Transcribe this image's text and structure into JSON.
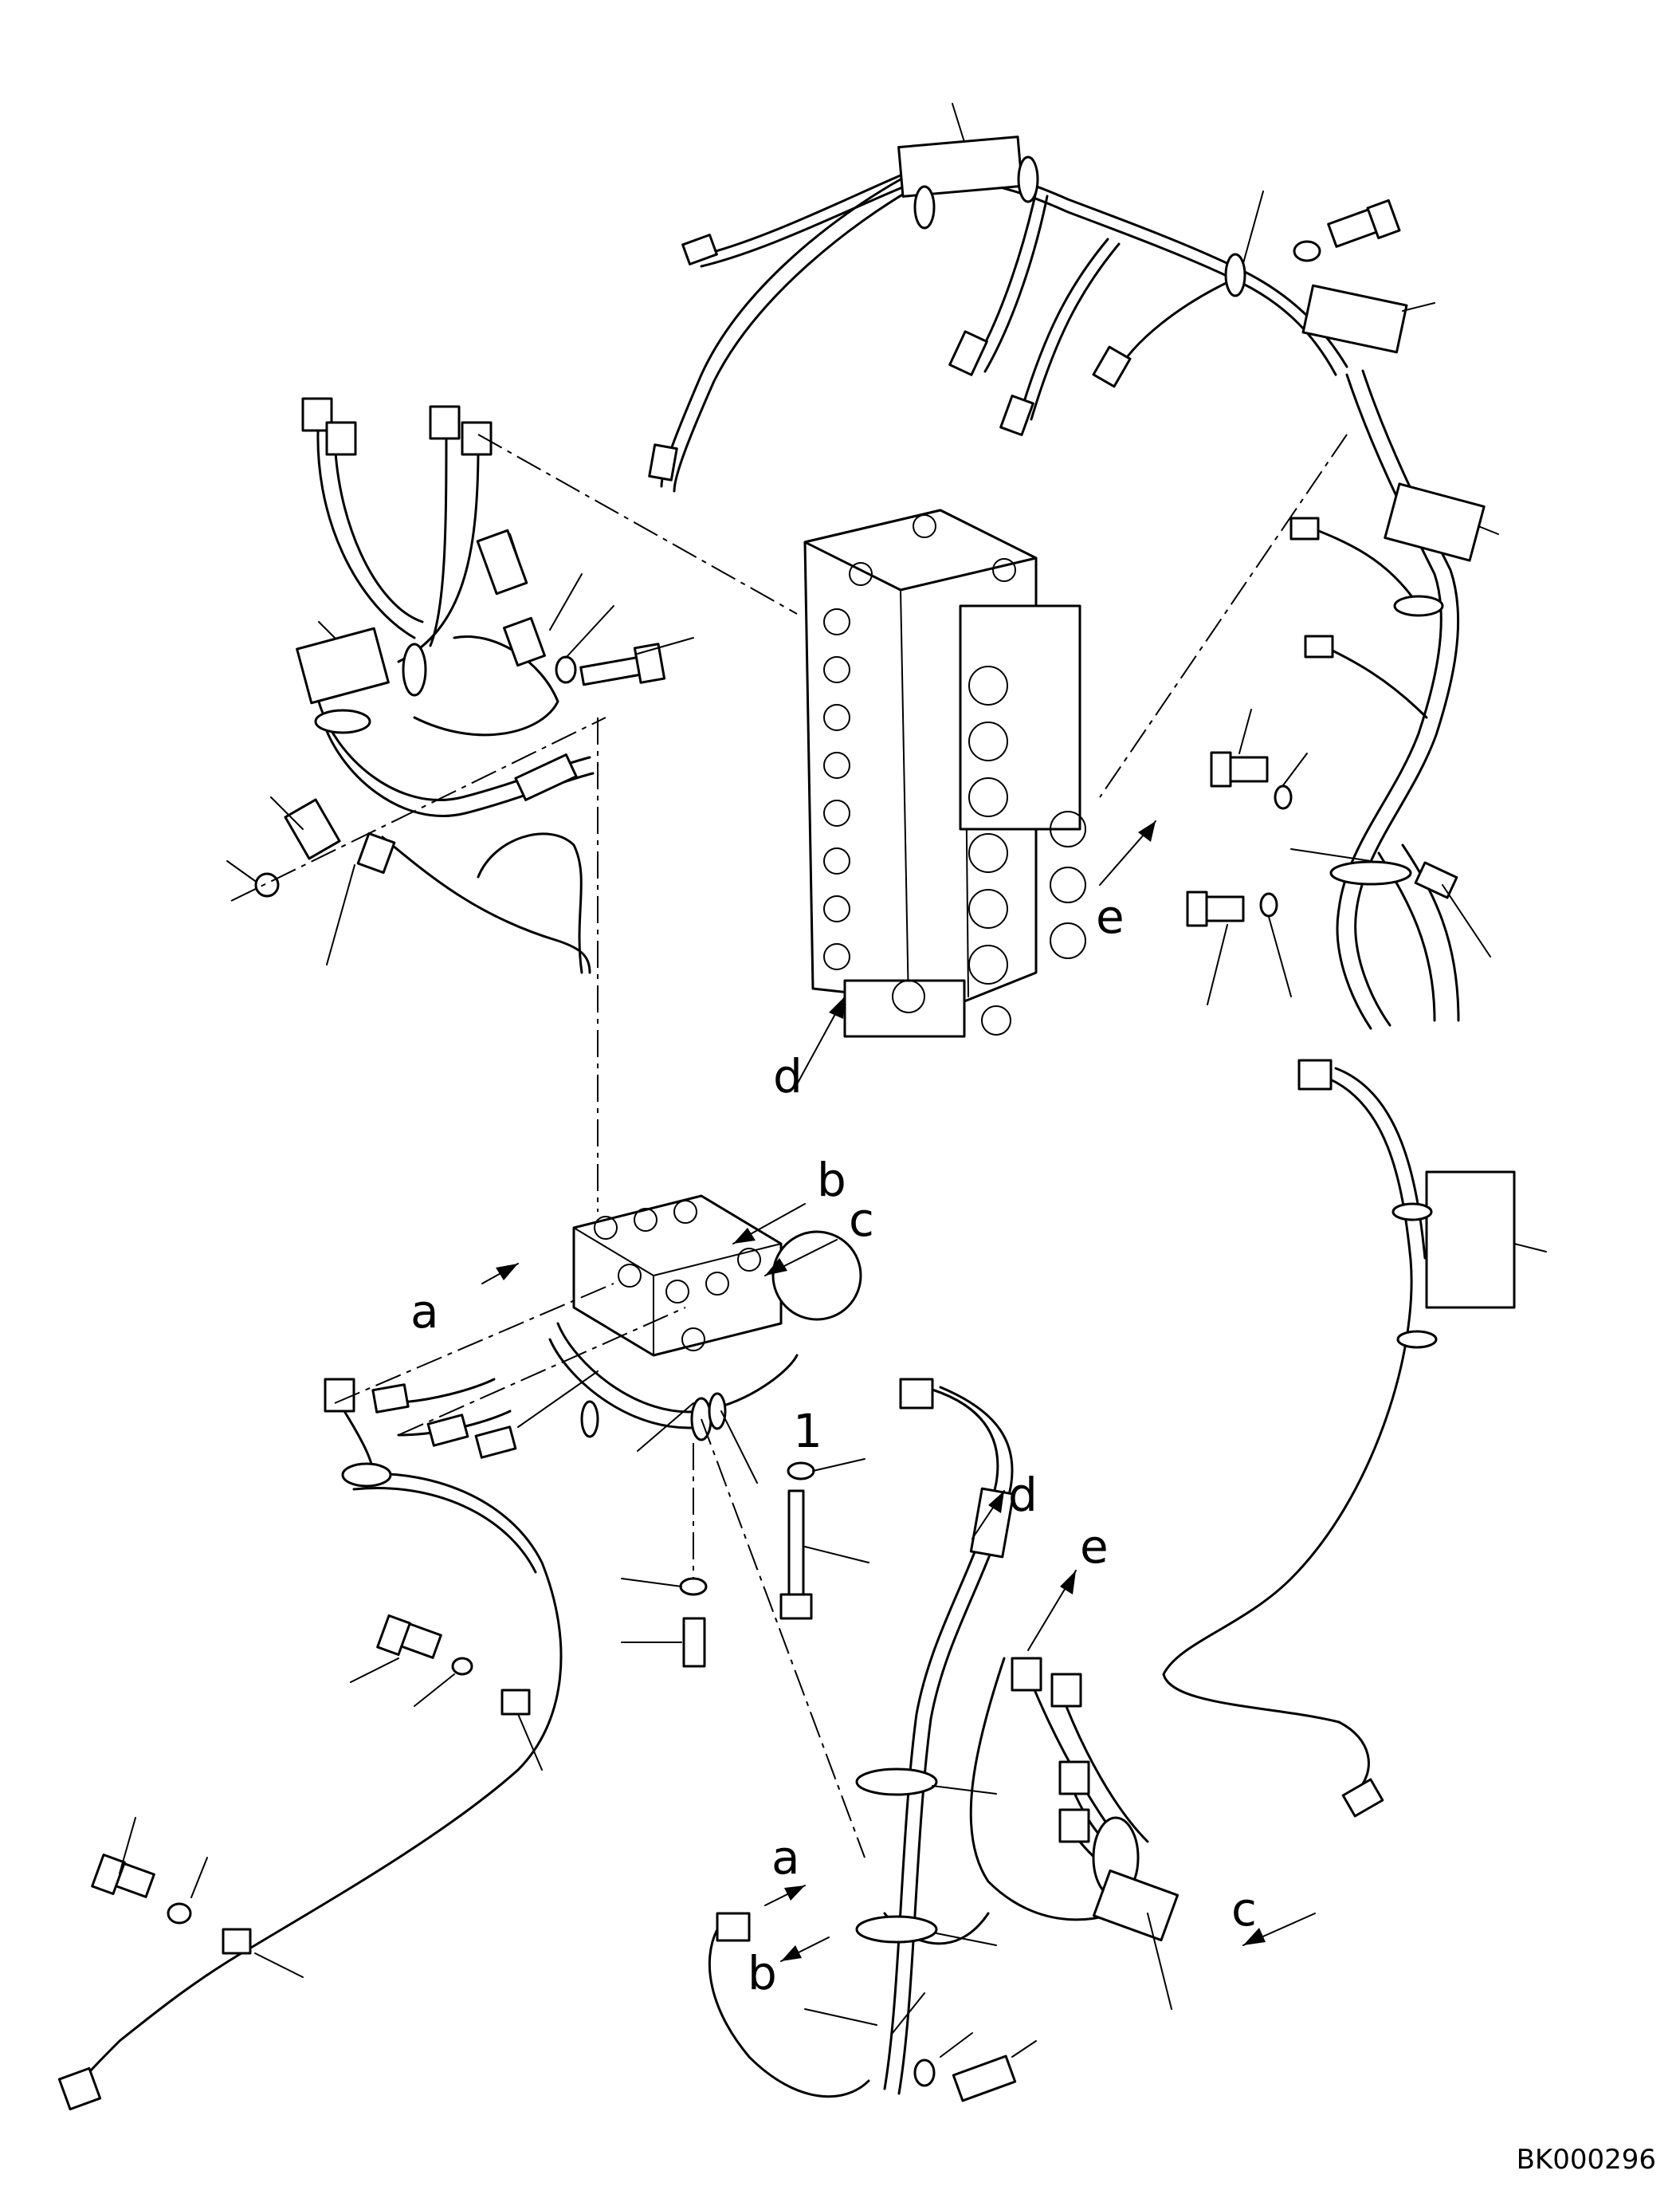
{
  "labels": {
    "a_upper": "a",
    "b_upper": "b",
    "c_upper": "c",
    "d_upper": "d",
    "e_upper": "e",
    "one": "1",
    "d_lower": "d",
    "e_lower": "e",
    "a_lower": "a",
    "b_lower": "b",
    "c_lower": "c"
  },
  "drawing_code": "BK000296"
}
